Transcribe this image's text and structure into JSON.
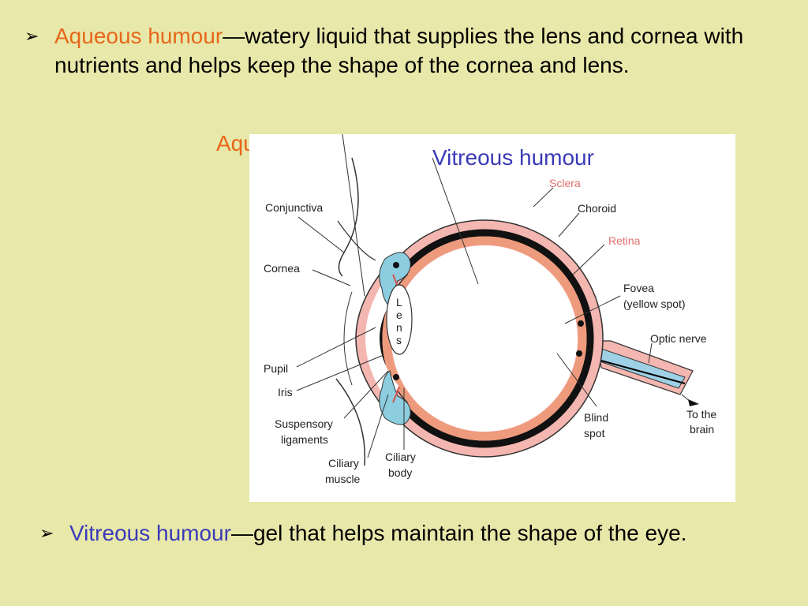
{
  "bullets": [
    {
      "marker": "➢",
      "term": "Aqueous humour",
      "text": "—watery liquid that supplies the lens and cornea with nutrients and helps keep the shape of the cornea and lens."
    },
    {
      "marker": "➢",
      "term": "Vitreous humour",
      "text": "—gel that helps maintain the shape of the eye."
    }
  ],
  "callouts": {
    "aqueous": "Aqueous humour",
    "vitreous": "Vitreous humour"
  },
  "diagram_labels": {
    "conjunctiva": "Conjunctiva",
    "cornea": "Cornea",
    "pupil": "Pupil",
    "iris": "Iris",
    "suspensory_1": "Suspensory",
    "suspensory_2": "ligaments",
    "ciliary_muscle_1": "Ciliary",
    "ciliary_muscle_2": "muscle",
    "ciliary_body_1": "Ciliary",
    "ciliary_body_2": "body",
    "sclera": "Sclera",
    "choroid": "Choroid",
    "retina": "Retina",
    "fovea_1": "Fovea",
    "fovea_2": "(yellow spot)",
    "optic_nerve": "Optic nerve",
    "blind_spot_1": "Blind",
    "blind_spot_2": "spot",
    "to_brain_1": "To the",
    "to_brain_2": "brain",
    "lens_letters": [
      "L",
      "e",
      "n",
      "s"
    ]
  },
  "colors": {
    "background": "#e8e8aa",
    "aqueous_term": "#e8661a",
    "vitreous_term": "#3a3ab8",
    "sclera": "#f4b6b0",
    "choroid": "#111111",
    "retina": "#ee9a7c",
    "ciliary": "#8ccde0",
    "nerve": "#9ed0e6"
  }
}
